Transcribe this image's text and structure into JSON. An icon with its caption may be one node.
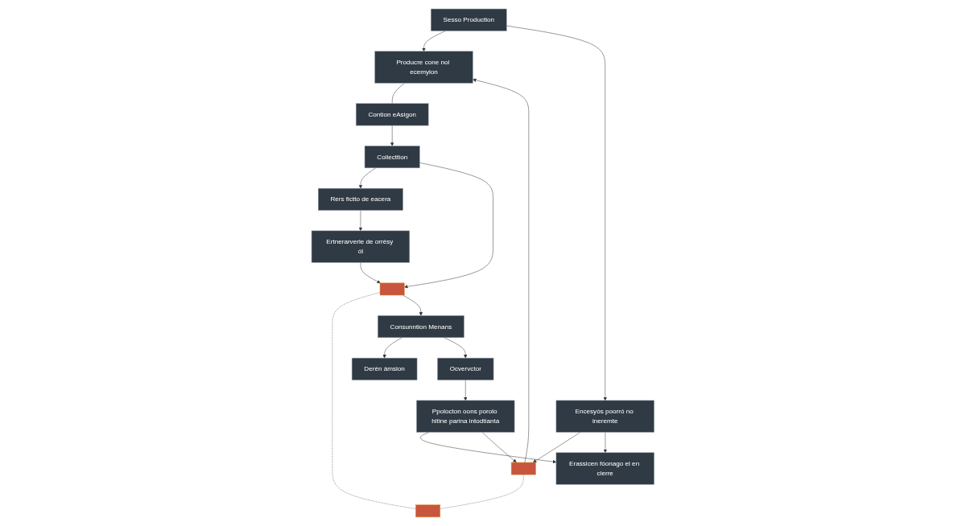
{
  "diagram": {
    "nodes": [
      {
        "text": [
          "Sesso Production"
        ]
      },
      {
        "text": [
          "Producre cone nol ecemyion"
        ]
      },
      {
        "text": [
          "Contion eAsigon"
        ]
      },
      {
        "text": [
          "Collecttion"
        ]
      },
      {
        "text": [
          "Rers fictto de eacera"
        ]
      },
      {
        "text": [
          "Encesyós poorró no ineremte"
        ]
      },
      {
        "text": [],
        "shape": "box"
      },
      {
        "text": [],
        "shape": "box"
      },
      {
        "text": [],
        "shape": "box"
      },
      {
        "text": [
          "Ertnerarverle de orrésy ól"
        ]
      },
      {
        "text": [
          "Erassicen fóonago el en clerre"
        ]
      },
      {
        "text": [
          "Ppolocton oons porolo hitine parina intodtianta"
        ]
      },
      {
        "text": [
          "Ocvervctor"
        ]
      },
      {
        "text": [
          "Consunntion Menans"
        ]
      },
      {
        "text": [
          "Derén ámsion"
        ]
      }
    ],
    "edges": [
      {
        "from": 0,
        "to": 1,
        "arrow": "to"
      },
      {
        "from": 1,
        "to": 2,
        "arrow": "none"
      },
      {
        "from": 2,
        "to": 3,
        "arrow": "to"
      },
      {
        "from": 3,
        "to": 4,
        "arrow": "to"
      },
      {
        "from": 0,
        "to": 5,
        "arrow": "to"
      },
      {
        "from": 5,
        "to": 6,
        "arrow": "to"
      },
      {
        "from": 6,
        "to": 1,
        "arrow": "to"
      },
      {
        "from": 6,
        "to": 7,
        "arrow": "none",
        "style": "dashed"
      },
      {
        "from": 3,
        "to": 8,
        "arrow": "to"
      },
      {
        "from": 4,
        "to": 9,
        "arrow": "to"
      },
      {
        "from": 9,
        "to": 8,
        "arrow": "to"
      },
      {
        "from": 8,
        "to": 7,
        "arrow": "none",
        "style": "dashed"
      },
      {
        "from": 8,
        "to": 13,
        "arrow": "to"
      },
      {
        "from": 13,
        "to": 14,
        "arrow": "to"
      },
      {
        "from": 13,
        "to": 12,
        "arrow": "to"
      },
      {
        "from": 12,
        "to": 11,
        "arrow": "to"
      },
      {
        "from": 11,
        "to": 10,
        "arrow": "to"
      },
      {
        "from": 5,
        "to": 10,
        "arrow": "to"
      },
      {
        "from": 11,
        "to": 6,
        "arrow": "to"
      }
    ]
  }
}
